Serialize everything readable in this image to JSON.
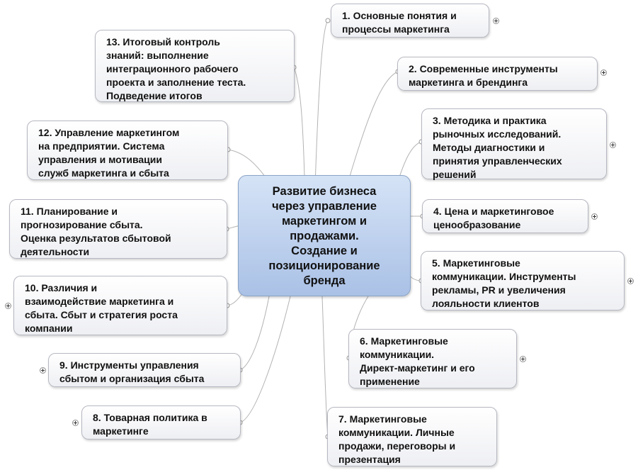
{
  "central_topic": "Развитие  бизнеса\nчерез управление\nмаркетингом и\nпродажами.\nСоздание и\nпозиционирование\nбренда",
  "topics": [
    {
      "id": "t1",
      "text": "1. Основные понятия и\nпроцессы маркетинга"
    },
    {
      "id": "t2",
      "text": "2. Современные инструменты\nмаркетинга и брендинга"
    },
    {
      "id": "t3",
      "text": "3. Методика и практика\nрыночных исследований.\nМетоды диагностики и\nпринятия управленческих\nрешений"
    },
    {
      "id": "t4",
      "text": "4. Цена и маркетинговое\nценообразование"
    },
    {
      "id": "t5",
      "text": "5. Маркетинговые\nкоммуникации. Инструменты\nрекламы, PR и увеличения\nлояльности клиентов"
    },
    {
      "id": "t6",
      "text": "6. Маркетинговые\nкоммуникации.\nДирект-маркетинг и его\nприменение"
    },
    {
      "id": "t7",
      "text": "7. Маркетинговые\nкоммуникации. Личные\nпродажи, переговоры и\nпрезентация"
    },
    {
      "id": "t8",
      "text": "8. Товарная политика в\nмаркетинге"
    },
    {
      "id": "t9",
      "text": "9. Инструменты управления\nсбытом и организация сбыта"
    },
    {
      "id": "t10",
      "text": "10. Различия и\nвзаимодействие маркетинга и\nсбыта. Сбыт и стратегия роста\nкомпании"
    },
    {
      "id": "t11",
      "text": "11. Планирование и\nпрогнозирование сбыта.\nОценка результатов сбытовой\nдеятельности"
    },
    {
      "id": "t12",
      "text": "12. Управление маркетингом\nна предприятии. Система\nуправления и мотивации\nслужб маркетинга и сбыта"
    },
    {
      "id": "t13",
      "text": "13. Итоговый контроль\nзнаний: выполнение\nинтеграционного рабочего\nпроекта и заполнение теста.\nПодведение итогов"
    }
  ]
}
